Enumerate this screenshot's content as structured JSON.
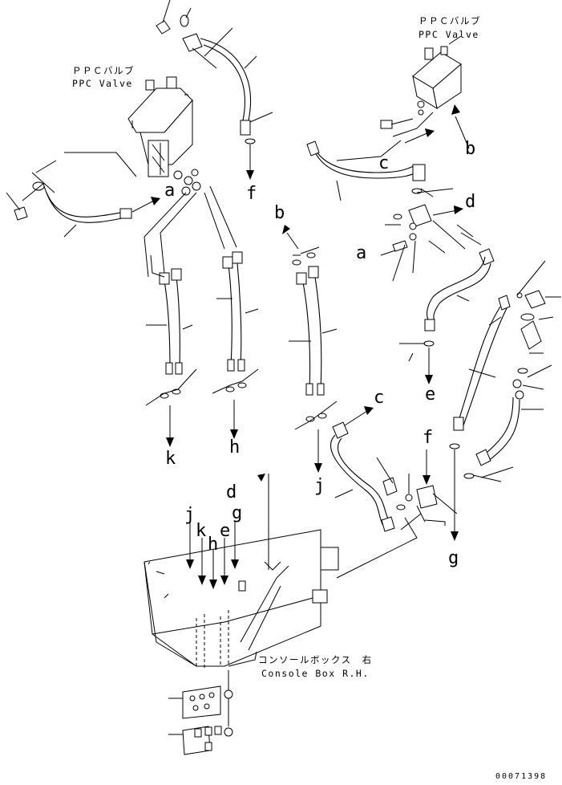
{
  "captions": {
    "ppc_left_jp": "ＰＰＣバルブ",
    "ppc_left_en": "PPC Valve",
    "ppc_right_jp": "ＰＰＣバルブ",
    "ppc_right_en": "PPC Valve",
    "console_jp": "コンソールボックス　右",
    "console_en": "Console Box R.H."
  },
  "connection_labels": {
    "a_left": "a",
    "a_right": "a",
    "b_top": "b",
    "b_mid": "b",
    "c_top": "c",
    "c_mid": "c",
    "d_right": "d",
    "d_bottom": "d",
    "e_right": "e",
    "e_bottom": "e",
    "f_left": "f",
    "f_right": "f",
    "g_right": "g",
    "g_bottom": "g",
    "h_mid": "h",
    "h_bottom": "h",
    "j_mid": "j",
    "j_bottom": "j",
    "k_left": "k",
    "k_bottom": "k"
  },
  "part_number": "00071398"
}
